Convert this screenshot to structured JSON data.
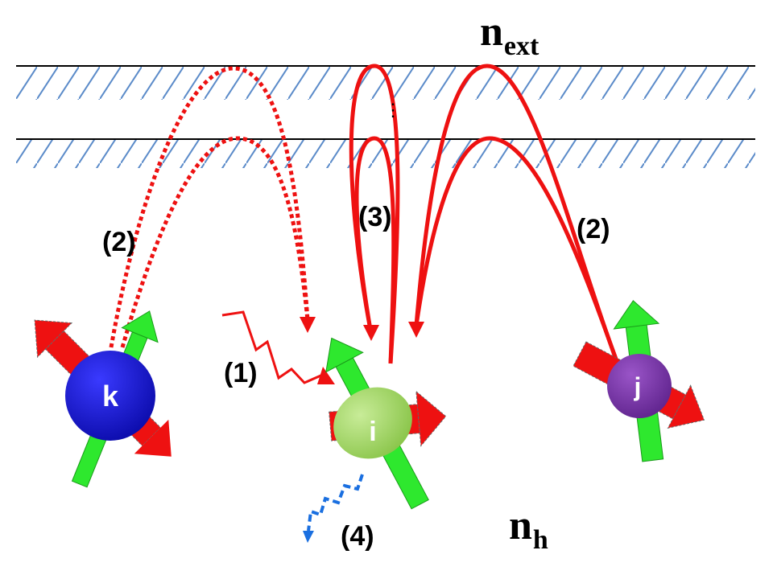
{
  "labels": {
    "n_ext_main": "n",
    "n_ext_sub": "ext",
    "n_h_main": "n",
    "n_h_sub": "h",
    "step1": "(1)",
    "step2_left": "(2)",
    "step2_right": "(2)",
    "step3": "(3)",
    "step4": "(4)",
    "ellipsis": "⋮"
  },
  "atoms": {
    "k": {
      "label": "k",
      "fill": "#1a1adf"
    },
    "i": {
      "label": "i",
      "fill": "#9ad45a"
    },
    "j": {
      "label": "j",
      "fill": "#7a35a8"
    }
  },
  "colors": {
    "hatch": "#5b8bc9",
    "path": "#ee1111",
    "spin_arrow": "#2ee82e",
    "moment_arrow": "#ee1111",
    "decay_arrow": "#1a6fe0"
  }
}
